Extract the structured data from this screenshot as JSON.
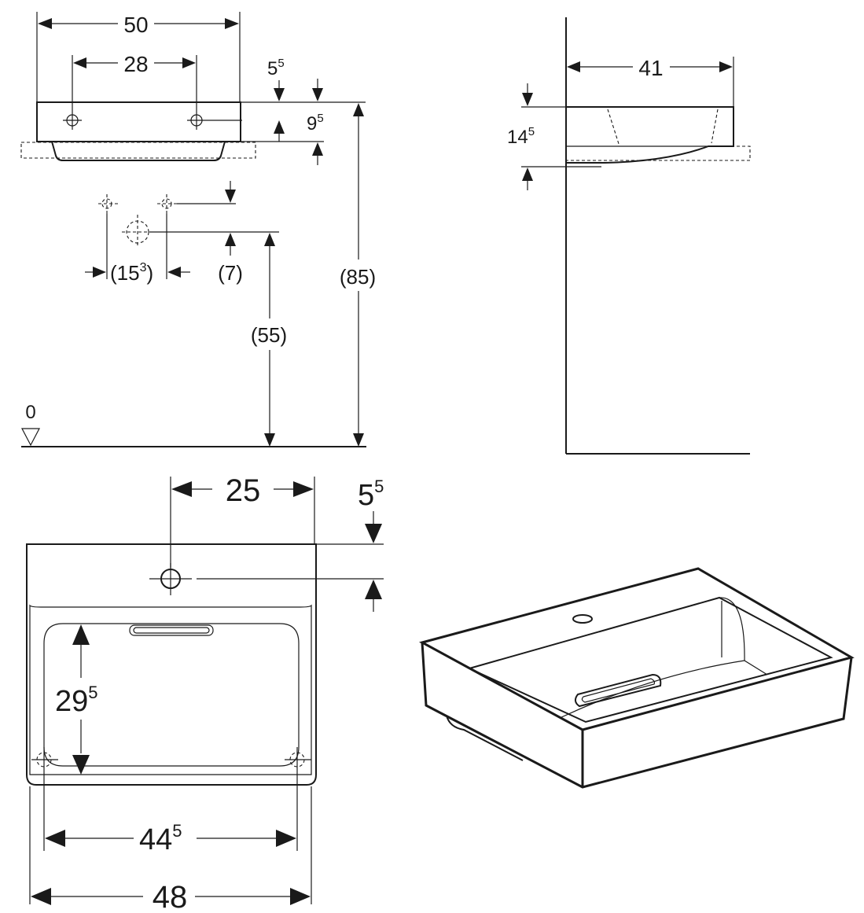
{
  "front_view": {
    "width_overall": "50",
    "tap_hole_spacing": "28",
    "top_offset": "5",
    "top_offset_sup": "5",
    "rim_height": "9",
    "rim_height_sup": "5",
    "outlet_spacing": "(15",
    "outlet_spacing_sup": "3",
    "outlet_spacing_close": ")",
    "outlet_offset": "(7)",
    "outlet_height": "(55)",
    "rim_top_height": "(85)",
    "floor_level": "0"
  },
  "side_view": {
    "projection": "41",
    "height": "14",
    "height_sup": "5"
  },
  "top_view": {
    "tap_offset": "25",
    "tap_edge_offset": "5",
    "tap_edge_offset_sup": "5",
    "bowl_depth": "29",
    "bowl_depth_sup": "5",
    "bowl_width": "44",
    "bowl_width_sup": "5",
    "overall_width": "48"
  },
  "icons": {
    "tap_hole_marker": "crosshair-circle-icon",
    "floor_marker": "triangle-level-icon"
  }
}
